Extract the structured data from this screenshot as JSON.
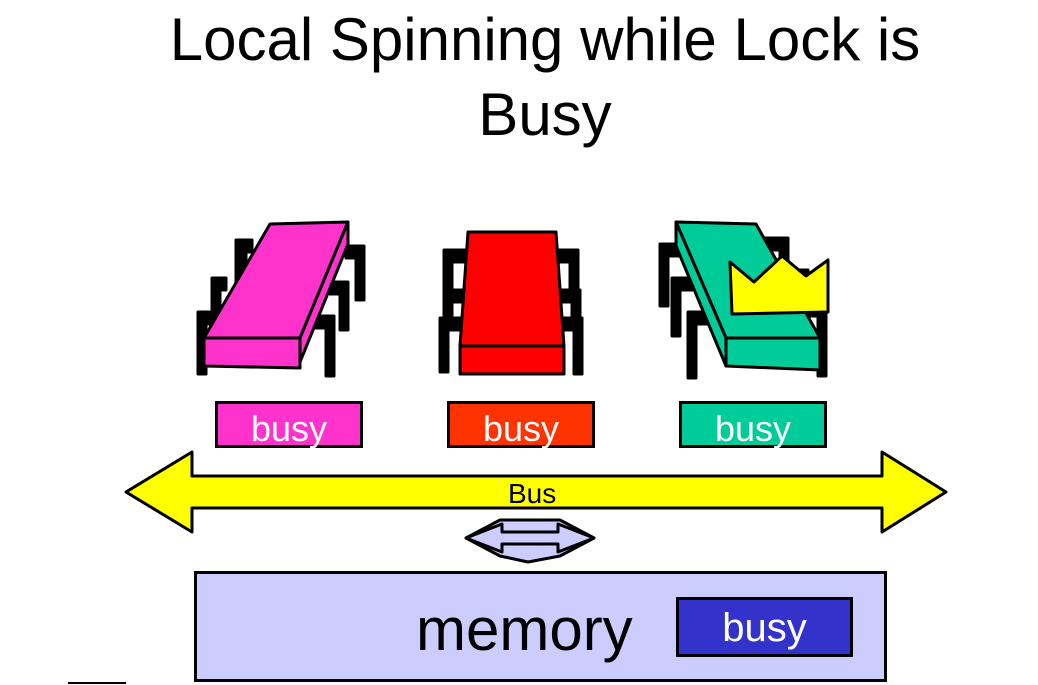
{
  "title": {
    "line1": "Local Spinning while Lock is",
    "line2": "Busy"
  },
  "processors": [
    {
      "name": "processor-1",
      "color": "#ff33cc",
      "cache_label": "busy",
      "cache_color": "#ff33cc"
    },
    {
      "name": "processor-2",
      "color": "#ff0000",
      "cache_label": "busy",
      "cache_color": "#ff3300"
    },
    {
      "name": "processor-3",
      "color": "#00cc99",
      "cache_label": "busy",
      "cache_color": "#00cc99",
      "has_crown": true
    }
  ],
  "crown_color": "#ffff00",
  "bus": {
    "label": "Bus",
    "color": "#ffff00"
  },
  "connector_color": "#ccccff",
  "memory": {
    "label": "memory",
    "cache_label": "busy",
    "color": "#ccccff",
    "cache_color": "#3333cc"
  }
}
